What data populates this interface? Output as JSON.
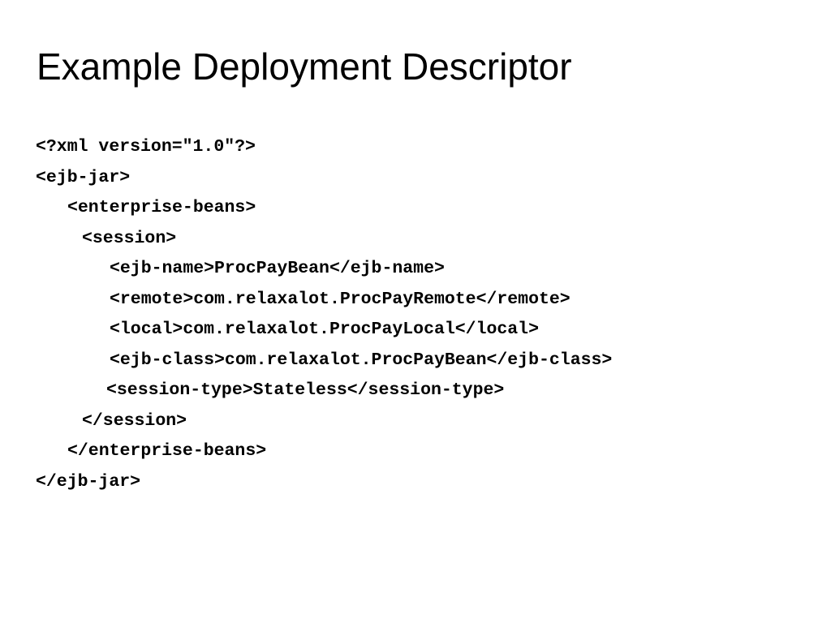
{
  "slide": {
    "title": "Example Deployment Descriptor",
    "code_lines": [
      "<?xml version=\"1.0\"?>",
      "<ejb-jar>",
      "<enterprise-beans>",
      "<session>",
      "<ejb-name>ProcPayBean</ejb-name>",
      "<remote>com.relaxalot.ProcPayRemote</remote>",
      "<local>com.relaxalot.ProcPayLocal</local>",
      "<ejb-class>com.relaxalot.ProcPayBean</ejb-class>",
      "<session-type>Stateless</session-type>",
      "</session>",
      "</enterprise-beans>",
      "</ejb-jar>"
    ]
  }
}
